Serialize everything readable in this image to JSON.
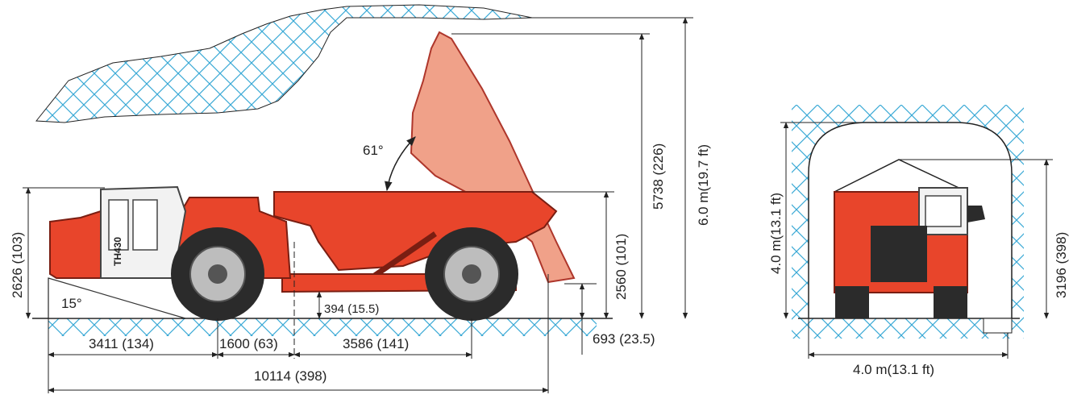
{
  "colors": {
    "body_red": "#e8452b",
    "body_dark": "#a8261a",
    "tipped_bed": "#ef9a80",
    "rock_hatch": "#3aa9d6",
    "line": "#222222",
    "cab_white": "#f2f2f2",
    "tire": "#2b2b2b"
  },
  "icons": {
    "arrow": "arrowhead-icon",
    "rock": "rock-hatch-icon"
  },
  "side_view": {
    "vehicle_label": "TH430",
    "dump_angle": "61°",
    "approach_angle": "15°",
    "dims": {
      "front_overhang": "3411 (134)",
      "wheelbase_a": "1600 (63)",
      "wheelbase_b": "3586 (141)",
      "overall_length": "10114 (398)",
      "ground_clearance": "394 (15.5)",
      "rear_height": "693 (23.5)",
      "cab_height": "2626 (103)",
      "box_height": "2560 (101)",
      "tipped_height": "5738 (226)",
      "clearance_height": "6.0 m(19.7 ft)"
    }
  },
  "front_view": {
    "dims": {
      "tunnel_height": "4.0 m(13.1 ft)",
      "vehicle_height": "3196 (398)",
      "tunnel_width": "4.0 m(13.1 ft)"
    }
  }
}
